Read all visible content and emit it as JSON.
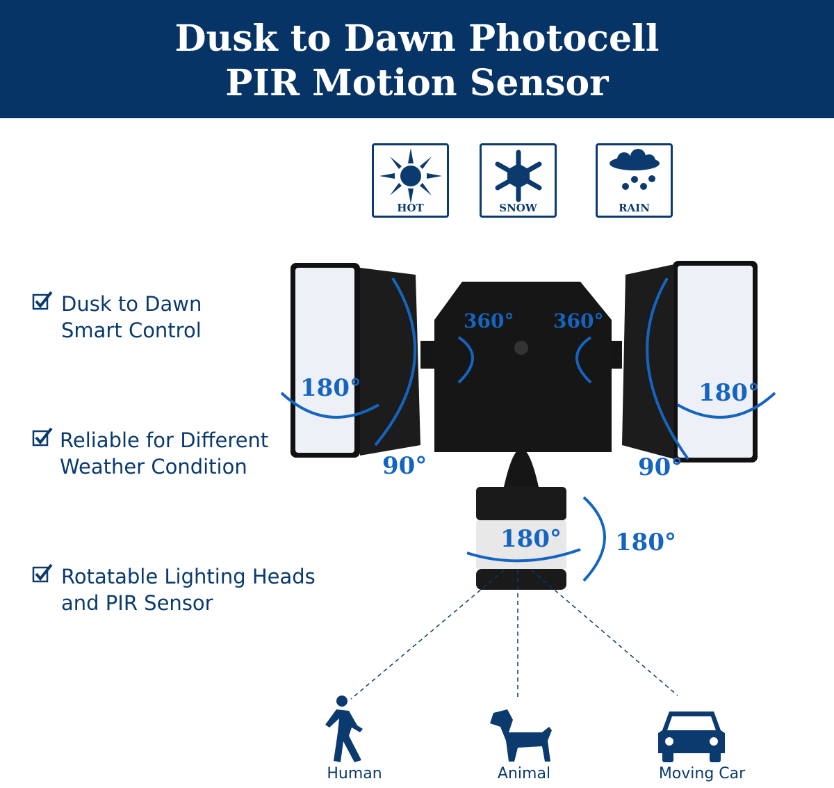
{
  "header": {
    "line1": "Dusk to Dawn Photocell",
    "line2": "PIR Motion Sensor"
  },
  "weather": [
    {
      "label": "HOT",
      "icon": "sun-icon"
    },
    {
      "label": "SNOW",
      "icon": "snowflake-icon"
    },
    {
      "label": "RAIN",
      "icon": "rain-cloud-icon"
    }
  ],
  "features": [
    {
      "line1": "Dusk to Dawn",
      "line2": "Smart Control"
    },
    {
      "line1": "Reliable for Different",
      "line2": "Weather Condition"
    },
    {
      "line1": "Rotatable Lighting Heads",
      "line2": "and PIR Sensor"
    }
  ],
  "angles": {
    "left_rot": "360°",
    "right_rot": "360°",
    "left_h": "180°",
    "right_h": "180°",
    "left_v": "90°",
    "right_v": "90°",
    "sensor_h": "180°",
    "sensor_v": "180°"
  },
  "detection": [
    {
      "label": "Human",
      "icon": "human-icon"
    },
    {
      "label": "Animal",
      "icon": "dog-icon"
    },
    {
      "label": "Moving Car",
      "icon": "car-icon"
    }
  ],
  "colors": {
    "navy": "#063466",
    "icon": "#0a3a6e",
    "angle": "#1565c0"
  }
}
